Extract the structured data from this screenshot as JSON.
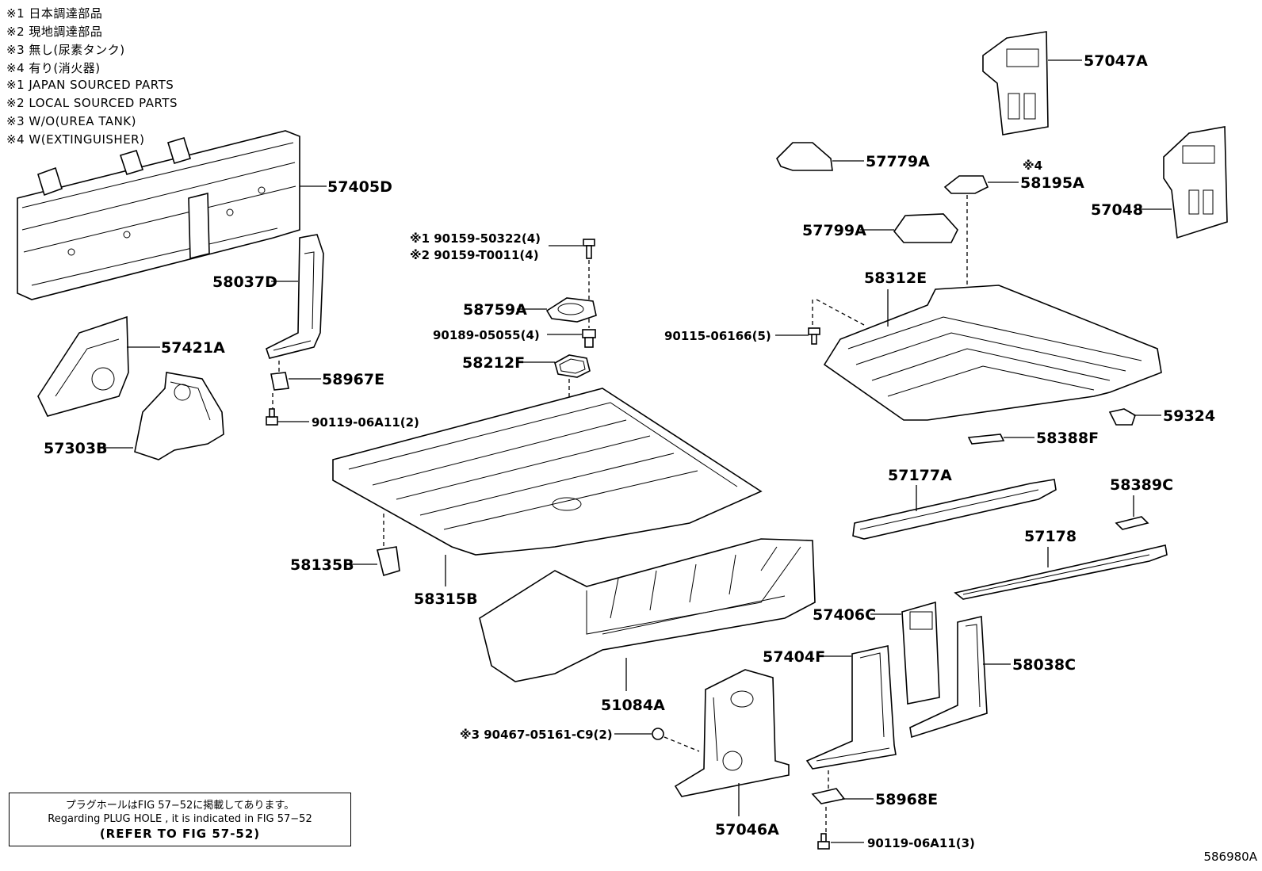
{
  "notes": [
    "※1 日本調達部品",
    "※2 現地調達部品",
    "※3 無し(尿素タンク)",
    "※4 有り(消火器)",
    "※1 JAPAN SOURCED PARTS",
    "※2 LOCAL SOURCED PARTS",
    "※3 W/O(UREA TANK)",
    "※4 W(EXTINGUISHER)"
  ],
  "parts": {
    "p57405D": "57405D",
    "p58037D": "58037D",
    "p57421A": "57421A",
    "p58967E": "58967E",
    "p90119_06A11_2": "90119-06A11(2)",
    "p57303B": "57303B",
    "p90159_50322": "※1 90159-50322(4)",
    "p90159_T0011": "※2 90159-T0011(4)",
    "p58759A": "58759A",
    "p90189_05055": "90189-05055(4)",
    "p58212F": "58212F",
    "p58135B": "58135B",
    "p58315B": "58315B",
    "p51084A": "51084A",
    "p90467": "※3 90467-05161-C9(2)",
    "p57046A": "57046A",
    "p57404F": "57404F",
    "p57406C": "57406C",
    "p58038C": "58038C",
    "p58968E": "58968E",
    "p90119_06A11_3": "90119-06A11(3)",
    "p57047A": "57047A",
    "p57779A": "57779A",
    "p58195A_note": "※4",
    "p58195A": "58195A",
    "p57048": "57048",
    "p57799A": "57799A",
    "p58312E": "58312E",
    "p90115_06166": "90115-06166(5)",
    "p59324": "59324",
    "p58388F": "58388F",
    "p57177A": "57177A",
    "p58389C": "58389C",
    "p57178": "57178"
  },
  "notebox": {
    "line1": "プラグホールはFIG 57−52に掲載してあります。",
    "line2": "Regarding PLUG HOLE , it is indicated in FIG 57−52",
    "line3": "(REFER TO FIG 57-52)"
  },
  "illustration_number": "586980A"
}
